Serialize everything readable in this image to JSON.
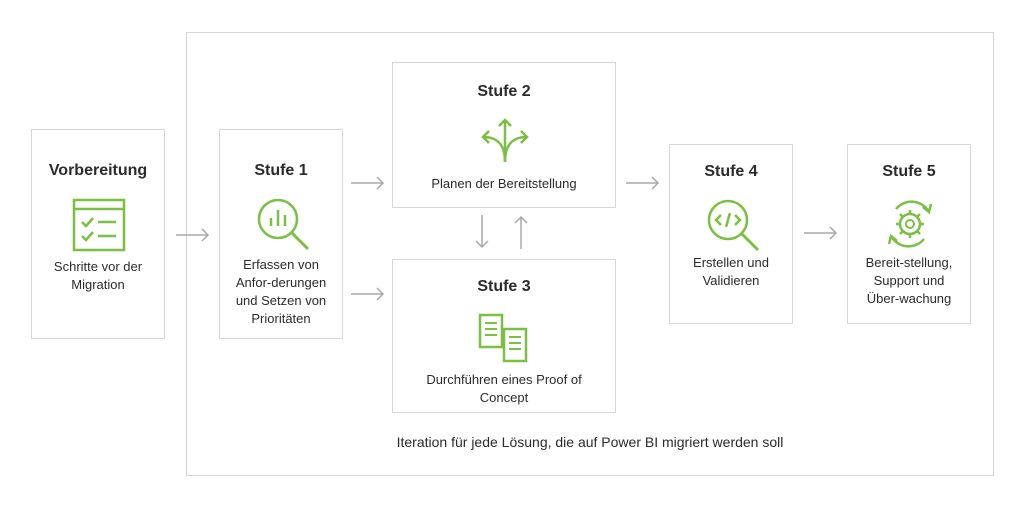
{
  "boxes": {
    "prep": {
      "title": "Vorbereitung",
      "text": "Schritte vor der Migration",
      "icon": "checklist-icon"
    },
    "stage1": {
      "title": "Stufe 1",
      "text": "Erfassen von Anfor-derungen und Setzen von Prioritäten",
      "icon": "magnifier-chart-icon"
    },
    "stage2": {
      "title": "Stufe 2",
      "text": "Planen der Bereitstellung",
      "icon": "split-arrow-icon"
    },
    "stage3": {
      "title": "Stufe 3",
      "text": "Durchführen eines Proof of Concept",
      "icon": "documents-icon"
    },
    "stage4": {
      "title": "Stufe 4",
      "text": "Erstellen und Validieren",
      "icon": "code-magnifier-icon"
    },
    "stage5": {
      "title": "Stufe 5",
      "text": "Bereit-stellung, Support und Über-wachung",
      "icon": "gear-cycle-icon"
    }
  },
  "caption": "Iteration für jede Lösung, die auf Power BI migriert werden soll",
  "colors": {
    "accent": "#7bbf43",
    "border": "#d6d6d6",
    "arrow": "#a8a8a8",
    "text": "#2b2b2b"
  }
}
